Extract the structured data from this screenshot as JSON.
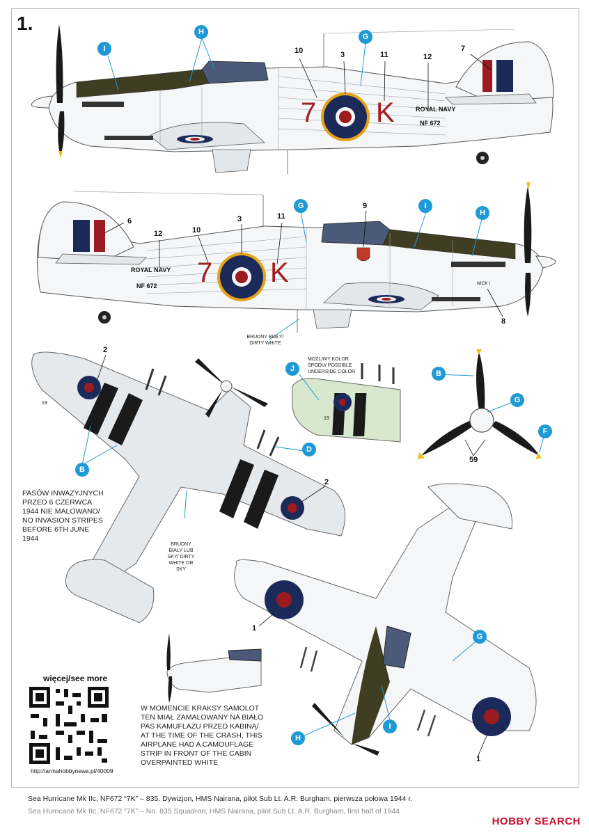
{
  "sheet_number": "1.",
  "callouts": {
    "I": "I",
    "H": "H",
    "G": "G",
    "J": "J",
    "B": "B",
    "D": "D",
    "F": "F"
  },
  "part_numbers": {
    "n1": "1",
    "n2": "2",
    "n3": "3",
    "n6": "6",
    "n7": "7",
    "n8": "8",
    "n9": "9",
    "n10": "10",
    "n11": "11",
    "n12": "12",
    "n59": "59"
  },
  "markings": {
    "code_left": "7",
    "code_right": "K",
    "royal_navy": "ROYAL NAVY",
    "serial": "NF 672",
    "nick": "NICK I",
    "underwing_serial": "19"
  },
  "notes": {
    "dirty_white": "BRUDNY BIAŁY/ DIRTY WHITE",
    "possible_underside": "MOŻLIWY KOLOR SPODU/ POSSIBLE UNDERSIDE COLOR",
    "no_stripes": "PASÓW INWAZYJNYCH PRZED 6 CZERWCA 1944 NIE MALOWANO/ NO INVASION STRIPES BEFORE 6TH JUNE 1944",
    "dirty_white_or_sky": "BRUDNY BIAŁY LUB SKY/ DIRTY WHITE OR SKY",
    "crash_note": "W MOMENCIE KRAKSY SAMOLOT TEN MIAŁ ZAMALOWANY NA BIAŁO PAS KAMUFLAŻU PRZED KABINĄ/ AT THE TIME OF THE CRASH, THIS AIRPLANE HAD A CAMOUFLAGE STRIP IN FRONT OF THE CABIN OVERPAINTED WHITE"
  },
  "qr": {
    "title": "więcej/see more",
    "url": "http://armahobbynews.pl/40009"
  },
  "caption": {
    "pl": "Sea Hurricane Mk IIc, NF672 “7K” – 835. Dywizjon, HMS Nairana, pilot Sub Lt. A.R. Burgham, pierwsza połowa 1944 r.",
    "en": "Sea Hurricane Mk IIc, NF672 “7K” – No. 835 Squadron, HMS Nairana, pilot Sub Lt. A.R. Burgham, first half of 1944"
  },
  "watermark": "HOBBY SEARCH",
  "colors": {
    "callout_blue": "#1f9ad6",
    "roundel_blue": "#1c2a5a",
    "roundel_red": "#9b1b1f",
    "roundel_yellow": "#e6a21a",
    "code_red": "#a01e22",
    "camo_green": "#3f3d22",
    "white": "#f4f6f7",
    "panel": "#9aa0a6",
    "stripe_black": "#1a1a1a",
    "underside_alt": "#d8e8cf"
  }
}
